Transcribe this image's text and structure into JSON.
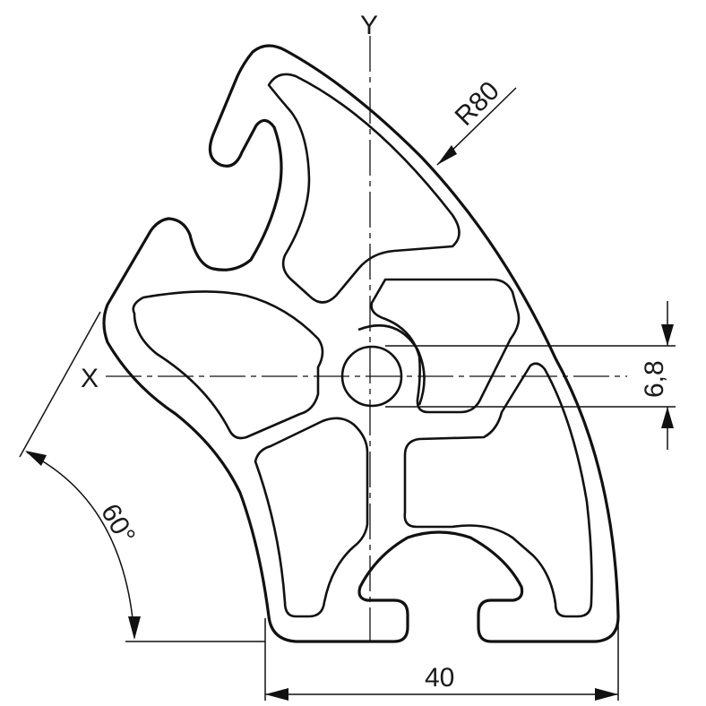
{
  "drawing": {
    "axis_labels": {
      "x": "X",
      "y": "Y"
    },
    "dimensions": {
      "radius": "R80",
      "width": "40",
      "angle": "60°",
      "bore": "6,8"
    }
  }
}
